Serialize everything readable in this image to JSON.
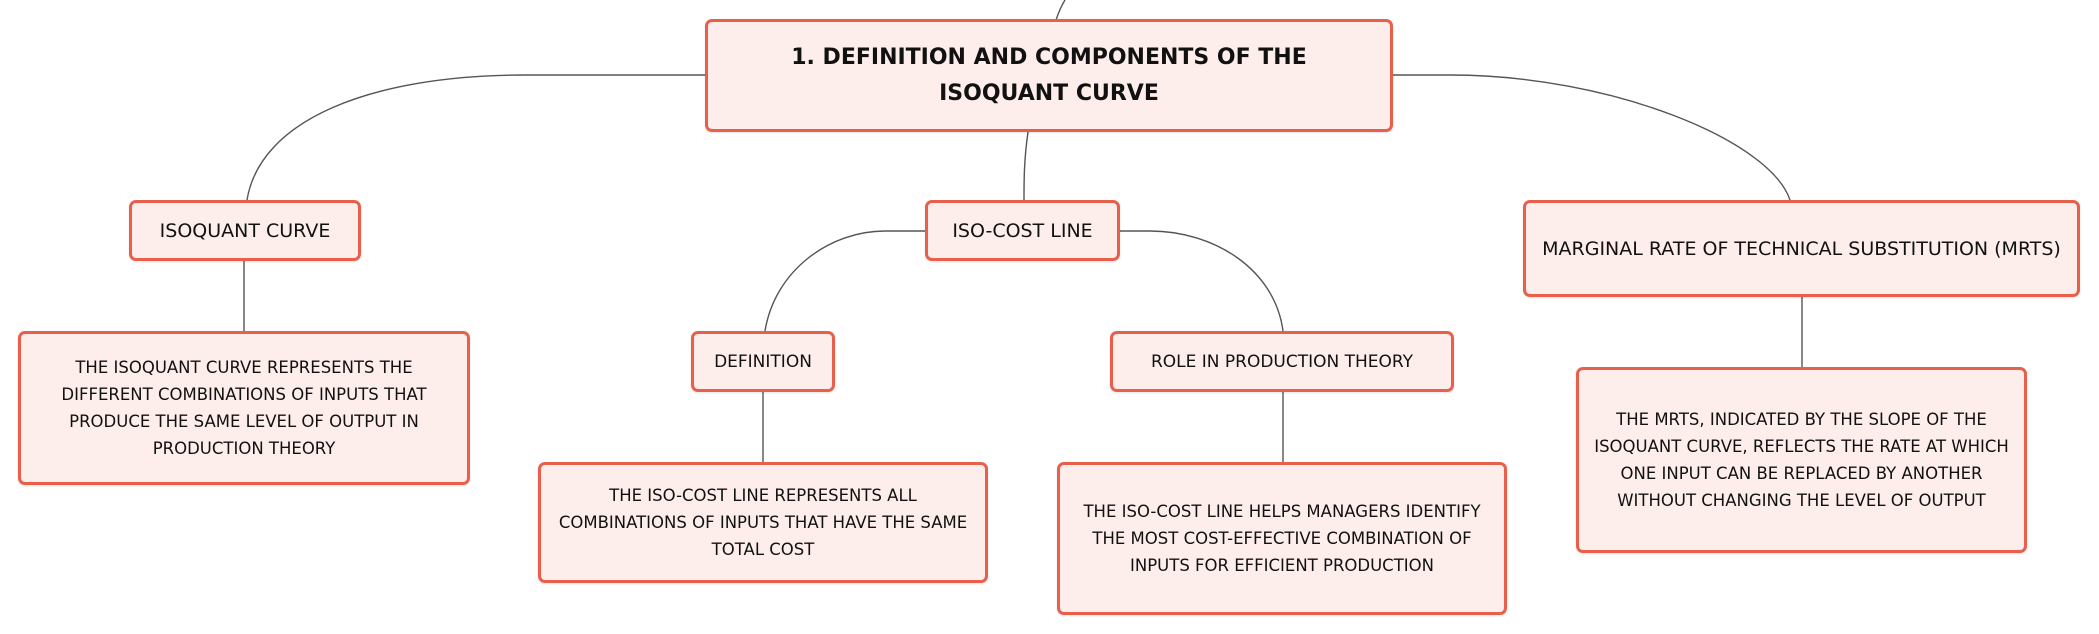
{
  "mindmap": {
    "root": {
      "label": "1. DEFINITION AND COMPONENTS OF THE ISOQUANT CURVE"
    },
    "isoquant_curve": {
      "label": "ISOQUANT CURVE",
      "description": "THE ISOQUANT CURVE REPRESENTS THE DIFFERENT COMBINATIONS OF INPUTS THAT PRODUCE THE SAME LEVEL OF OUTPUT IN PRODUCTION THEORY"
    },
    "iso_cost_line": {
      "label": "ISO-COST LINE",
      "definition": {
        "label": "DEFINITION",
        "description": "THE ISO-COST LINE REPRESENTS ALL COMBINATIONS OF INPUTS THAT HAVE THE SAME TOTAL COST"
      },
      "role": {
        "label": "ROLE IN PRODUCTION THEORY",
        "description": "THE ISO-COST LINE HELPS MANAGERS IDENTIFY THE MOST COST-EFFECTIVE COMBINATION OF INPUTS FOR EFFICIENT PRODUCTION"
      }
    },
    "mrts": {
      "label": "MARGINAL RATE OF TECHNICAL SUBSTITUTION (MRTS)",
      "description": "THE MRTS, INDICATED BY THE SLOPE OF THE ISOQUANT CURVE, REFLECTS THE RATE AT WHICH ONE INPUT CAN BE REPLACED BY ANOTHER WITHOUT CHANGING THE LEVEL OF OUTPUT"
    }
  },
  "colors": {
    "node_fill": "#fdeeec",
    "node_border": "#e8604c",
    "connector": "#555555",
    "text": "#111111"
  }
}
